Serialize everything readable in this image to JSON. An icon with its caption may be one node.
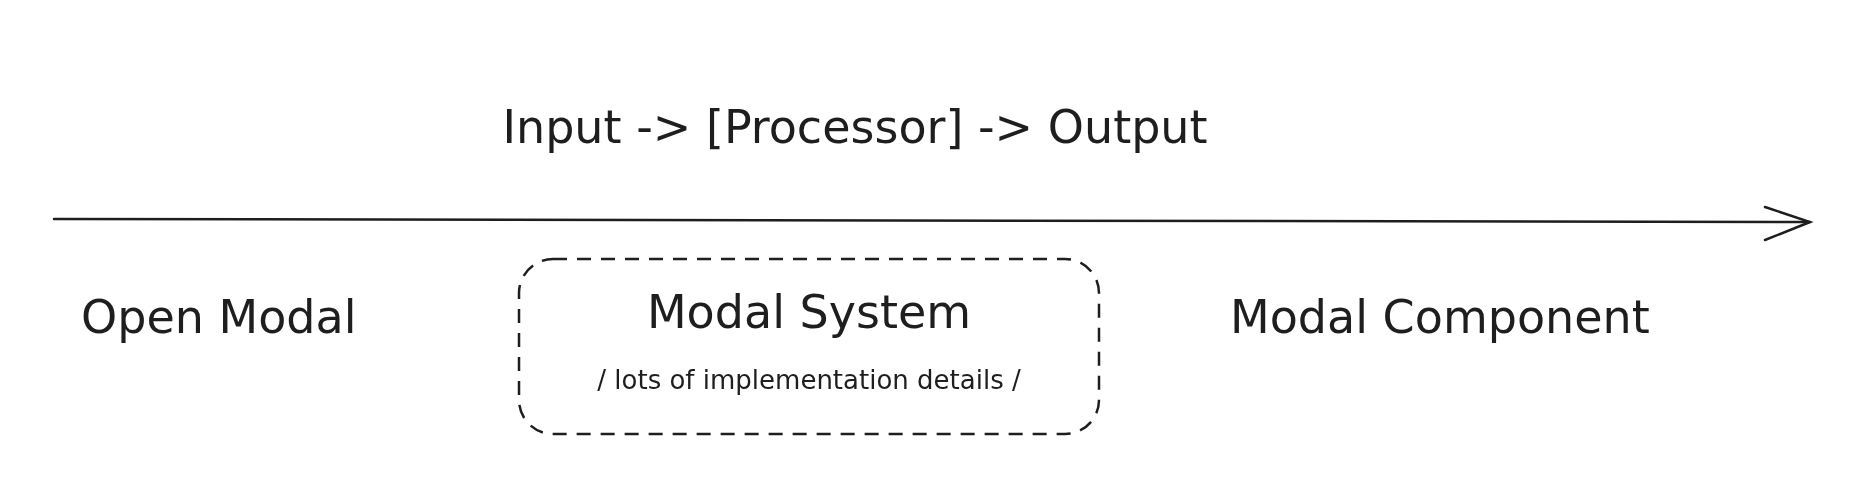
{
  "diagram": {
    "title": "Input -> [Processor] -> Output",
    "nodes": [
      {
        "text": [
          "Modal System",
          "/ lots of implementation details /"
        ]
      }
    ],
    "labels": [
      "Open Modal",
      "Modal Component"
    ]
  }
}
